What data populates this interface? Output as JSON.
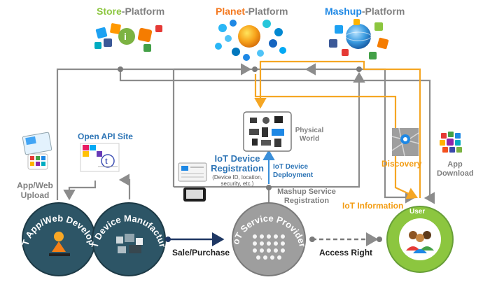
{
  "platforms": {
    "store": {
      "highlight": "Store",
      "rest": "-Platform",
      "color": "#8cc63f"
    },
    "planet": {
      "highlight": "Planet",
      "rest": "-Platform",
      "color": "#f47920"
    },
    "mashup": {
      "highlight": "Mashup",
      "rest": "-Platform",
      "color": "#1e88e5"
    }
  },
  "labels": {
    "open_api_site": "Open API Site",
    "physical_world_1": "Physical",
    "physical_world_2": "World",
    "app_web_upload_1": "App/Web",
    "app_web_upload_2": "Upload",
    "iot_device_registration_1": "IoT Device",
    "iot_device_registration_2": "Registration",
    "iot_device_registration_sub_1": "(Device ID, location,",
    "iot_device_registration_sub_2": "security, etc.)",
    "iot_device_deployment_1": "IoT Device",
    "iot_device_deployment_2": "Deployment",
    "mashup_service_registration_1": "Mashup Service",
    "mashup_service_registration_2": "Registration",
    "iot_information": "IoT Information",
    "discovery": "Discovery",
    "app_download_1": "App",
    "app_download_2": "Download",
    "sale_purchase": "Sale/Purchase",
    "access_right": "Access Right"
  },
  "actors": {
    "developer": "IoT App/Web Developer",
    "manufacturer": "IoT Device Manufacturer",
    "provider": "IoT Service Provider",
    "user": "User"
  },
  "colors": {
    "gray_line": "#8c8c8c",
    "orange_line": "#f5a623",
    "blue_line": "#3b8fd9",
    "navy_line": "#1f3864",
    "developer_circle": "#2d5566",
    "manufacturer_circle": "#2d5566",
    "provider_circle": "#9e9e9e",
    "user_circle": "#8cc63f"
  }
}
